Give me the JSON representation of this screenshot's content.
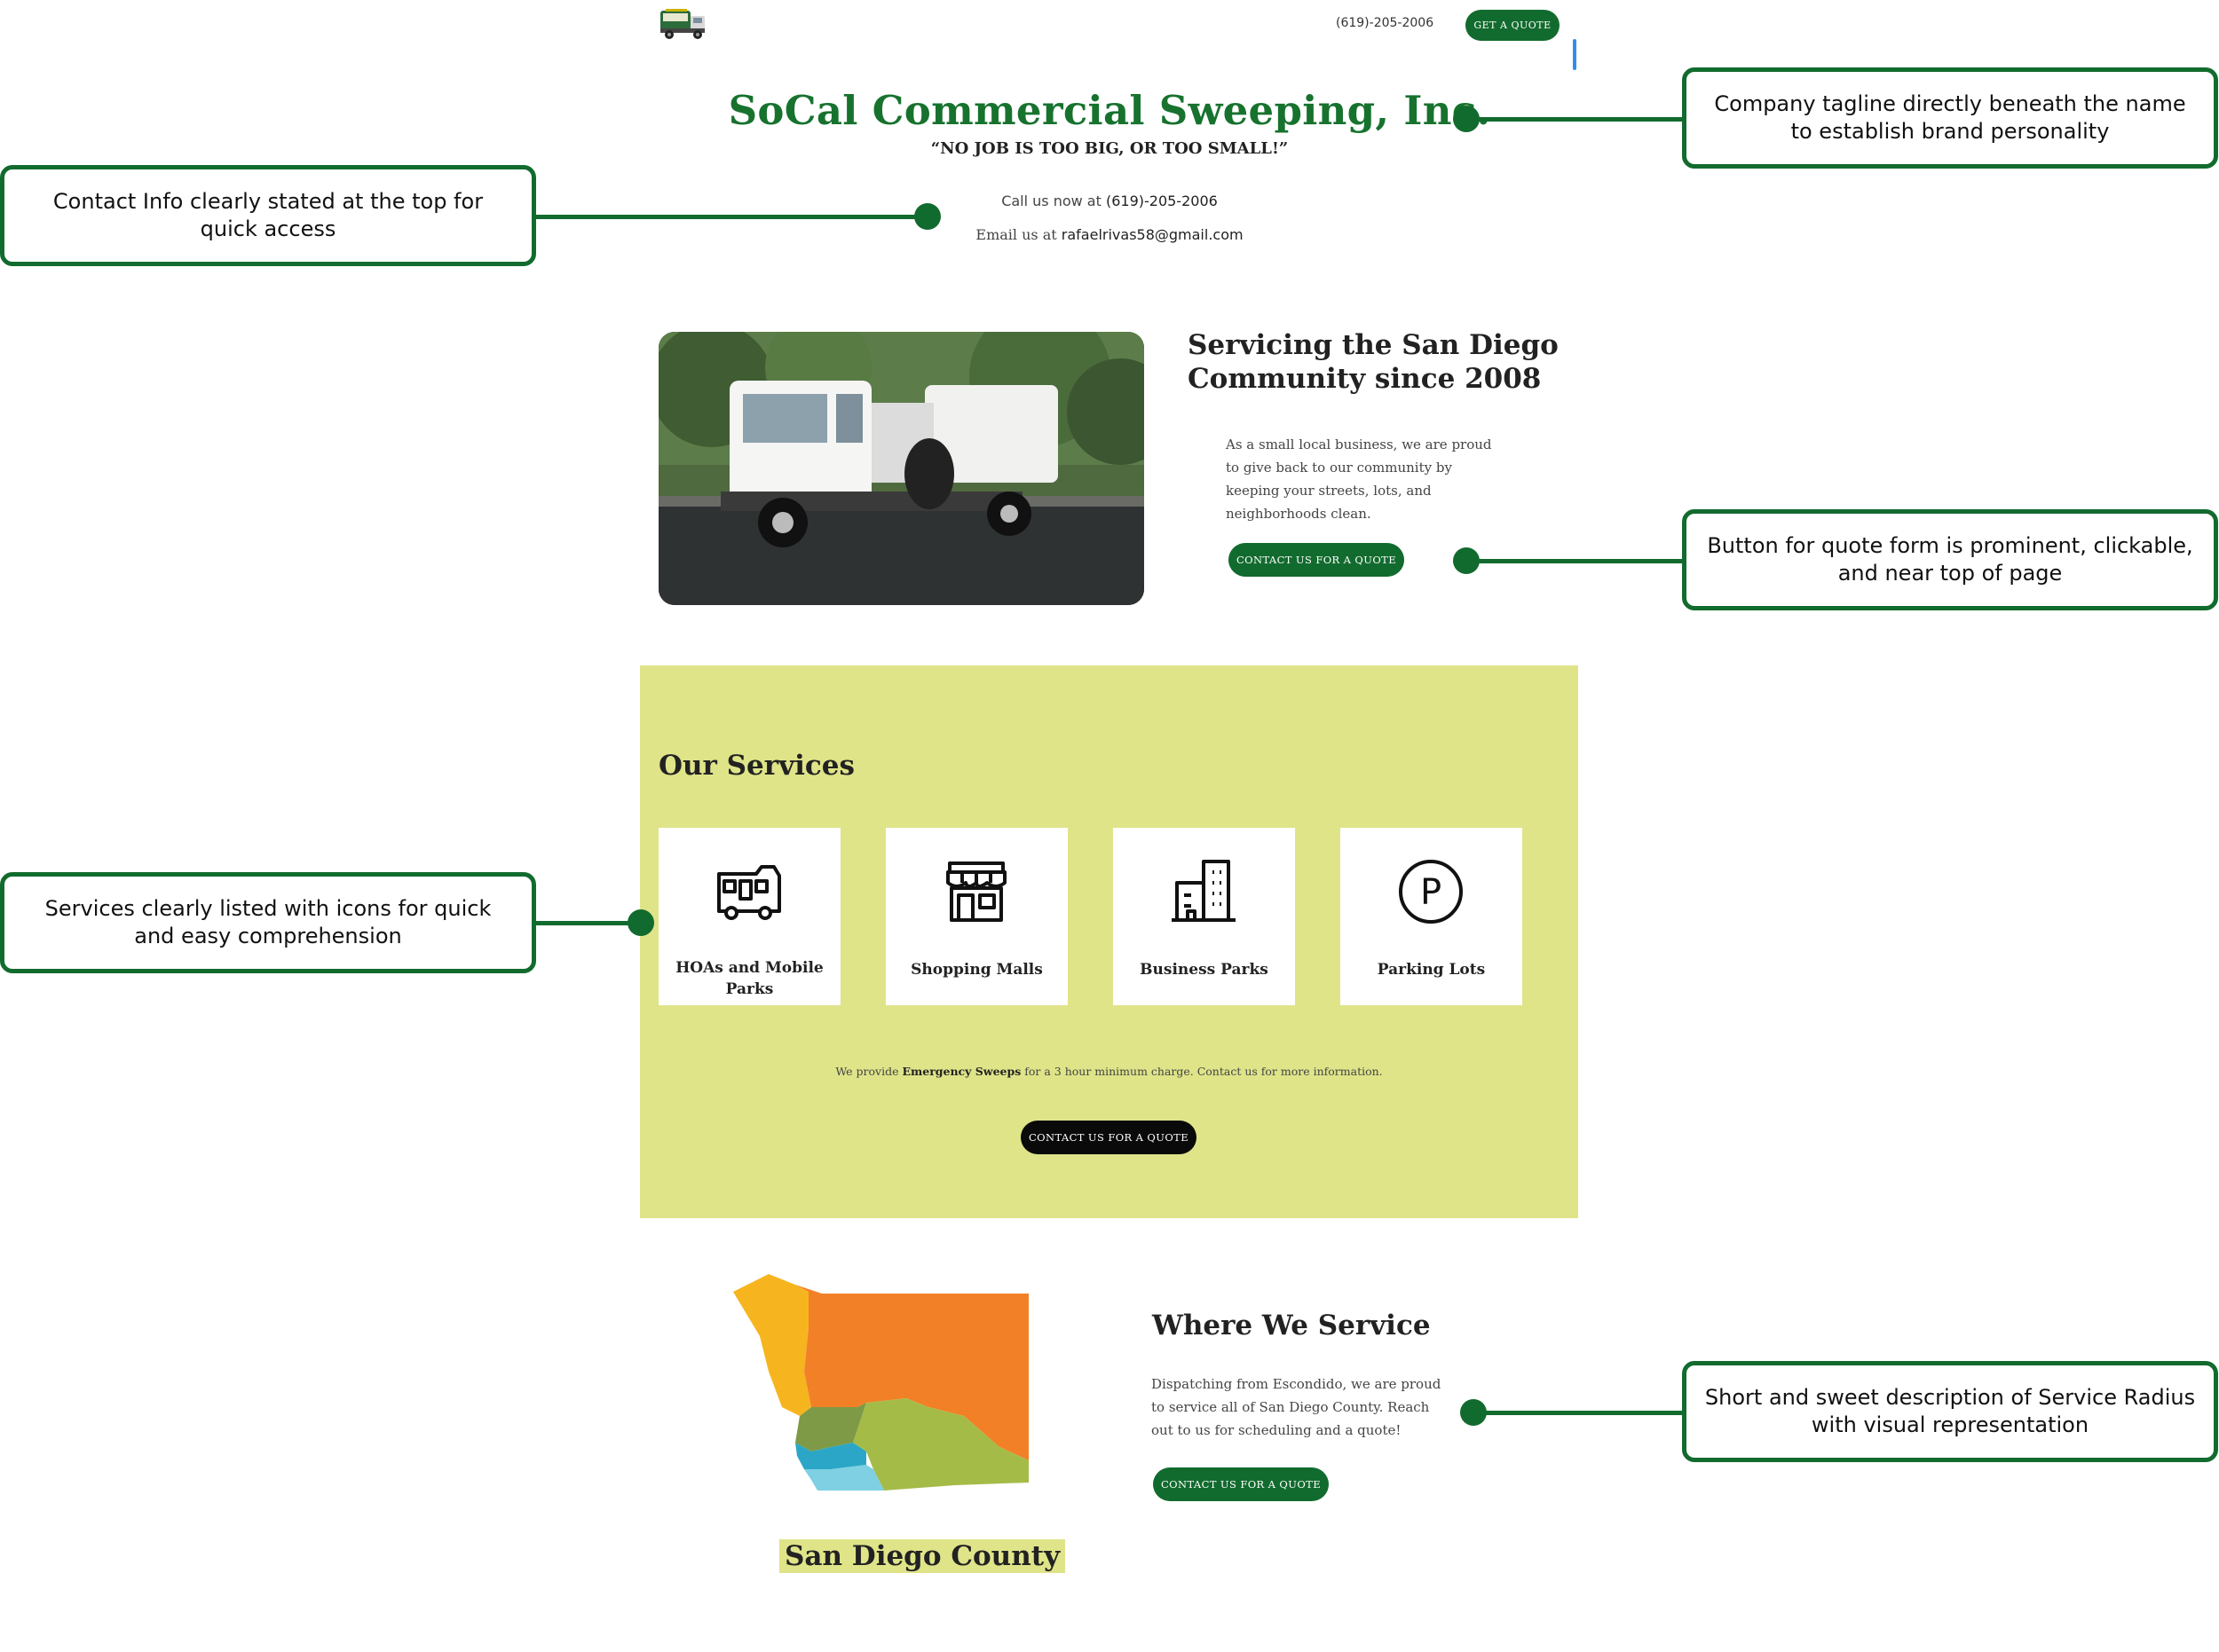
{
  "header": {
    "phone": "(619)-205-2006",
    "quote_button": "GET A QUOTE"
  },
  "hero": {
    "company_name": "SoCal Commercial Sweeping, Inc.",
    "tagline": "“NO JOB IS TOO BIG, OR TOO SMALL!”",
    "call_prefix": "Call us now at ",
    "call_number": "(619)-205-2006",
    "email_prefix": "Email us at ",
    "email": "rafaelrivas58@gmail.com"
  },
  "community": {
    "title_line1": "Servicing the San Diego",
    "title_line2": "Community since 2008",
    "description": "As a small local business, we are proud to give back to our community by keeping your streets, lots, and neighborhoods clean.",
    "button": "CONTACT US FOR A QUOTE"
  },
  "services": {
    "title": "Our Services",
    "items": [
      {
        "label_line1": "HOAs and Mobile",
        "label_line2": "Parks",
        "icon": "rv-icon"
      },
      {
        "label_line1": "Shopping Malls",
        "label_line2": "",
        "icon": "storefront-icon"
      },
      {
        "label_line1": "Business Parks",
        "label_line2": "",
        "icon": "office-building-icon"
      },
      {
        "label_line1": "Parking Lots",
        "label_line2": "",
        "icon": "parking-icon"
      }
    ],
    "emergency_prefix": "We provide ",
    "emergency_bold": "Emergency Sweeps",
    "emergency_suffix": " for a 3 hour minimum charge.  Contact us for more information.",
    "button": "CONTACT US FOR A QUOTE"
  },
  "where": {
    "map_label": "San Diego County",
    "title": "Where We Service",
    "description": "Dispatching from Escondido, we are proud to service all of San Diego County.  Reach out to us for scheduling and a quote!",
    "button": "CONTACT US FOR A QUOTE"
  },
  "annotations": {
    "tagline": "Company tagline directly beneath the name to establish brand personality",
    "contact": "Contact Info clearly stated at the top for quick access",
    "quote_button": "Button for quote form is prominent, clickable, and near top of page",
    "services": "Services clearly listed with icons for quick and easy comprehension",
    "service_radius": "Short and sweet description of Service Radius with visual representation"
  },
  "colors": {
    "brand_green": "#126b2e",
    "panel_yellow": "#dfe489"
  }
}
